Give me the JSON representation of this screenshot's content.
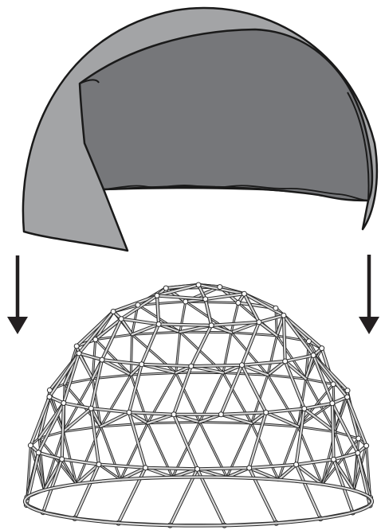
{
  "illustration": {
    "cover": {
      "outer_fill": "#a3a4a6",
      "inner_fill": "#76777a",
      "stroke": "#1a1a1a"
    },
    "arrows": {
      "color": "#231f20",
      "items": [
        {
          "name": "left-down-arrow",
          "direction": "down"
        },
        {
          "name": "right-down-arrow",
          "direction": "down"
        }
      ]
    },
    "dome_frame": {
      "strut_color": "#d9d9d9",
      "strut_outline": "#2b2b2b",
      "hub_color": "#ffffff"
    }
  }
}
